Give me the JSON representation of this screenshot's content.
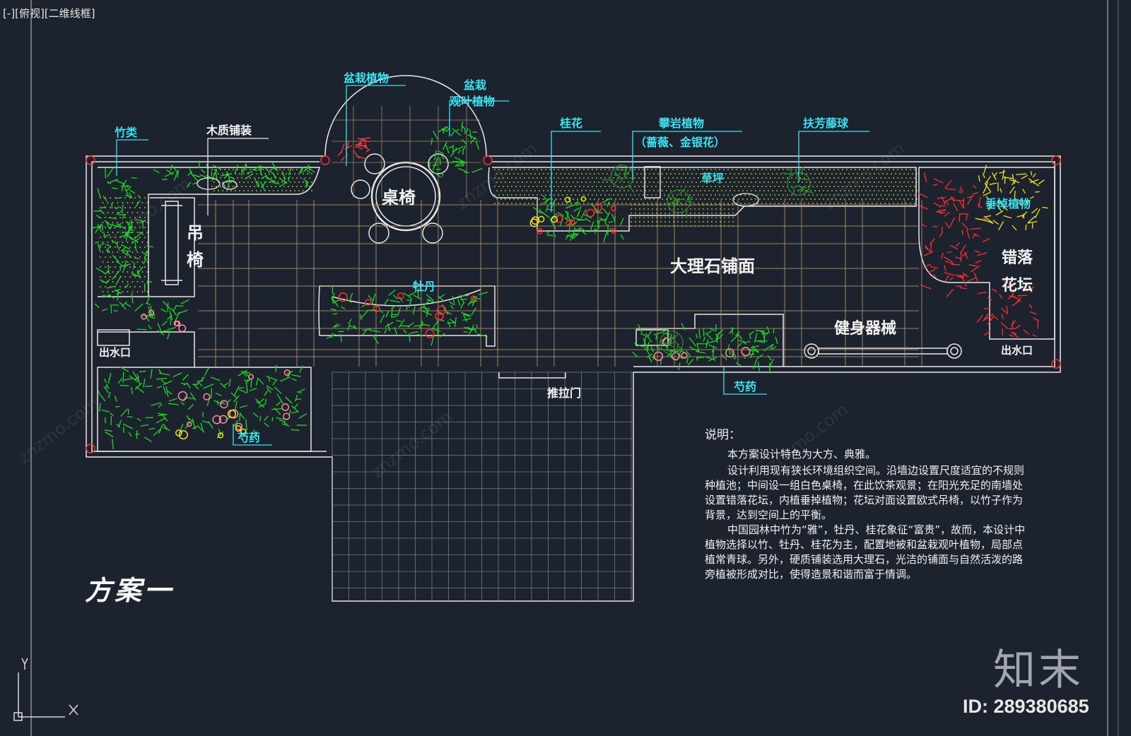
{
  "viewport": {
    "label": "[-][俯视][二维线框]"
  },
  "labels": {
    "potted_plants": "盆栽植物",
    "potted": "盆栽",
    "foliage_plants": "观叶植物",
    "bamboo": "竹类",
    "wood_paving": "木质铺装",
    "osmanthus": "桂花",
    "rock_plants": "攀岩植物",
    "rock_plants_detail": "（蔷薇、金银花）",
    "creeper_ball": "扶芳藤球",
    "lawn": "草坪",
    "table_chairs": "桌椅",
    "hanging_chair_1": "吊",
    "hanging_chair_2": "椅",
    "marble_paving": "大理石铺面",
    "staggered_bed_1": "错落",
    "staggered_bed_2": "花坛",
    "drooping_plants": "垂悼植物",
    "peony": "牡丹",
    "outlet_left": "出水口",
    "outlet_right": "出水口",
    "fitness": "健身器械",
    "herbaceous_peony_right": "芍药",
    "herbaceous_peony_left": "芍药",
    "sliding_door": "推拉门"
  },
  "description": {
    "title": "说明：",
    "p1": "本方案设计特色为大方、典雅。",
    "p2": "设计利用现有狭长环境组织空间。沿墙边设置尺度适宜的不规则种植池；中间设一组白色桌椅，在此饮茶观景；在阳光充足的南墙处设置错落花坛，内植垂掉植物；花坛对面设置欧式吊椅，以竹子作为背景，达到空间上的平衡。",
    "p3": "中国园林中竹为“雅”，牡丹、桂花象征“富贵”，故而，本设计中植物选择以竹、牡丹、桂花为主，配置地被和盆栽观叶植物，局部点植常青球。另外，硬质铺装选用大理石，光洁的铺面与自然活泼的路旁植被形成对比，使得造景和谐而富于情调。"
  },
  "scheme_title": "方案一",
  "brand": {
    "name": "知末",
    "id": "ID: 289380685"
  },
  "watermark": "znzmo.com",
  "colors": {
    "background": "#1d232e",
    "label": "#40e0f0",
    "lines": "#e8e8e8",
    "grid": "#c8a27a",
    "plants": "#22d629",
    "flowers_red": "#ff2e2e",
    "flowers_yellow": "#f0e030"
  }
}
